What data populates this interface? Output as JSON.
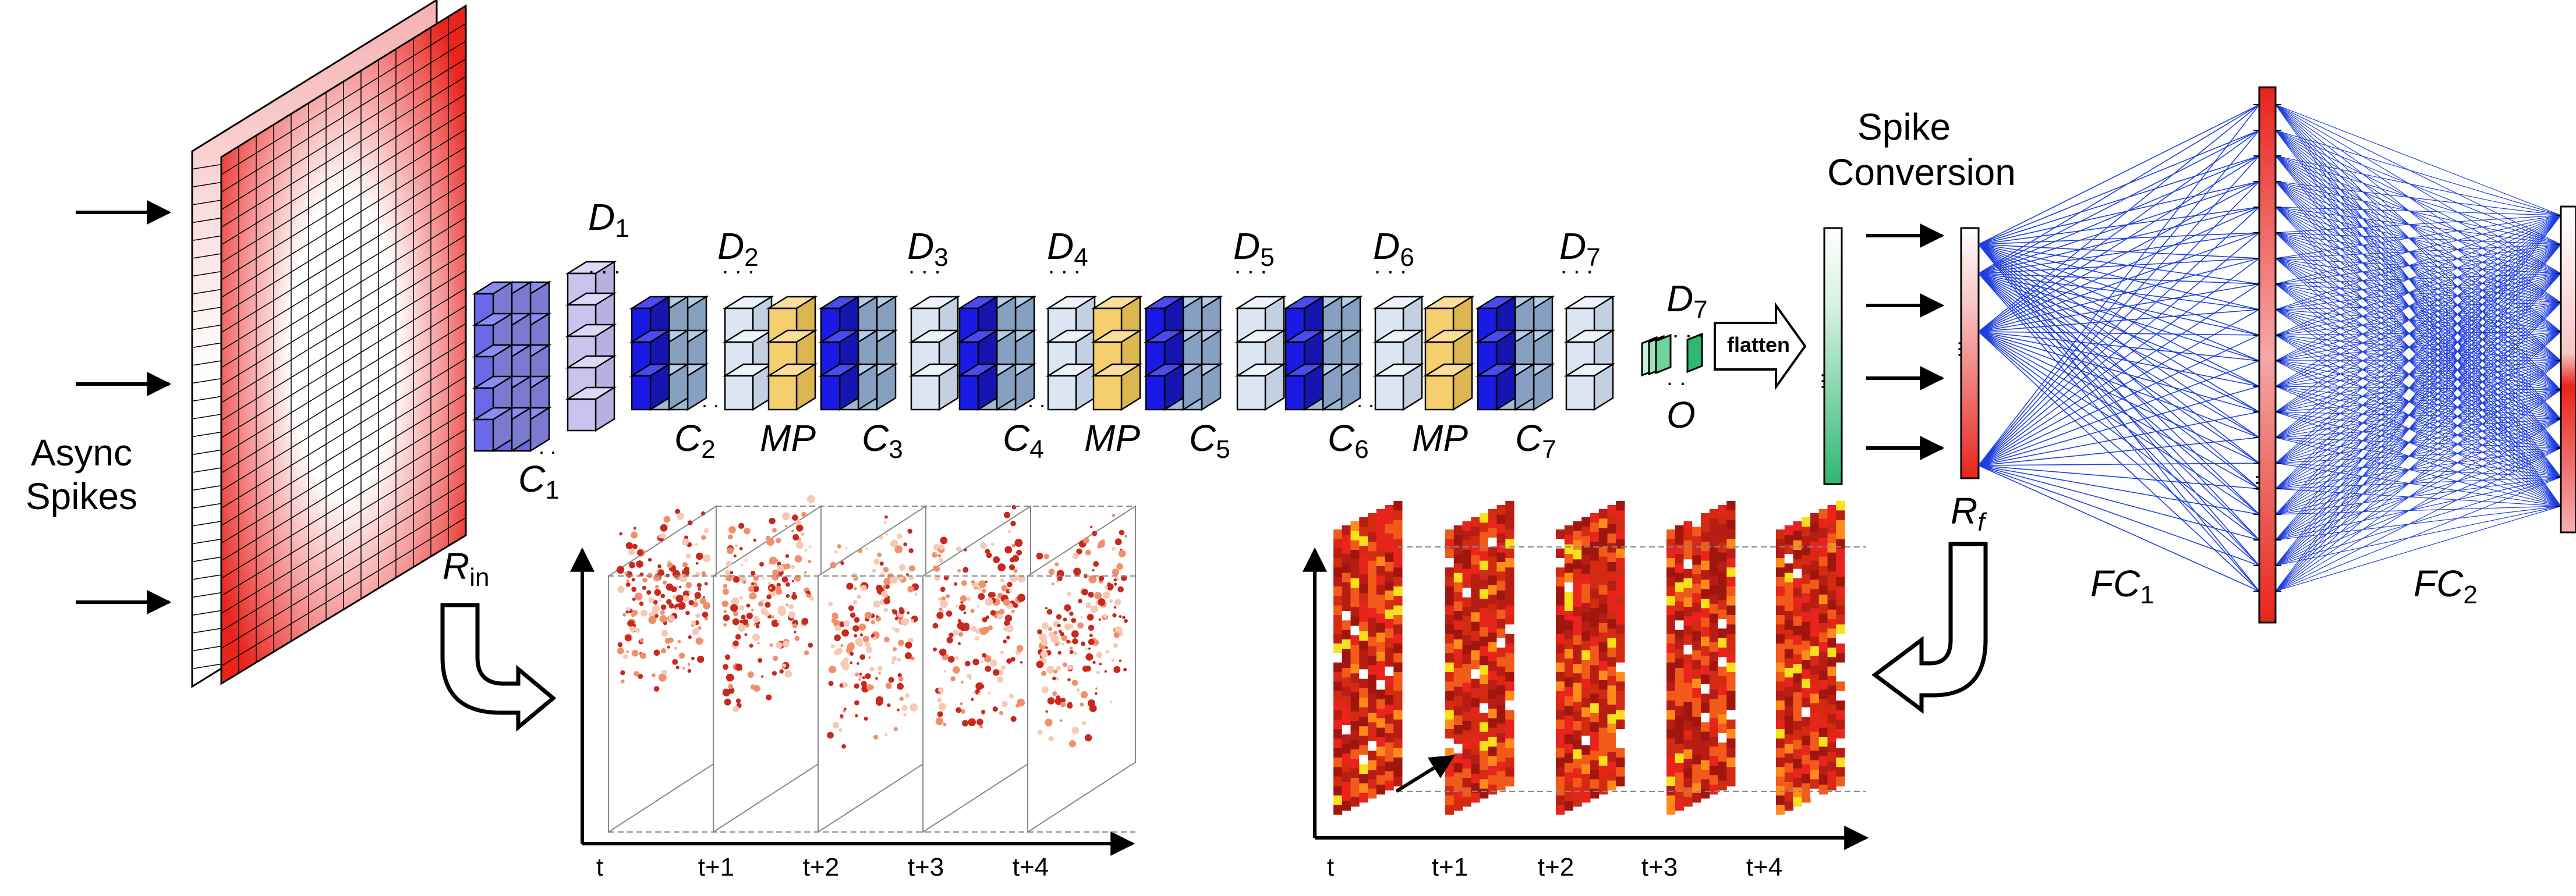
{
  "input": {
    "label_line1": "Async",
    "label_line2": "Spikes",
    "r_in_main": "R",
    "r_in_sub": "in"
  },
  "layers": {
    "c1": {
      "main": "C",
      "sub": "1"
    },
    "d1": {
      "main": "D",
      "sub": "1"
    },
    "c2": {
      "main": "C",
      "sub": "2"
    },
    "d2": {
      "main": "D",
      "sub": "2"
    },
    "mp1": "MP",
    "c3": {
      "main": "C",
      "sub": "3"
    },
    "d3": {
      "main": "D",
      "sub": "3"
    },
    "c4": {
      "main": "C",
      "sub": "4"
    },
    "d4": {
      "main": "D",
      "sub": "4"
    },
    "mp2": "MP",
    "c5": {
      "main": "C",
      "sub": "5"
    },
    "d5": {
      "main": "D",
      "sub": "5"
    },
    "c6": {
      "main": "C",
      "sub": "6"
    },
    "d6": {
      "main": "D",
      "sub": "6"
    },
    "mp3": "MP",
    "c7": {
      "main": "C",
      "sub": "7"
    },
    "d7": {
      "main": "D",
      "sub": "7"
    },
    "d7_out": {
      "main": "D",
      "sub": "7"
    },
    "o": "O"
  },
  "flatten_label": "flatten",
  "spike_conversion": {
    "line1": "Spike",
    "line2": "Conversion"
  },
  "rf": {
    "main": "R",
    "sub": "f"
  },
  "fc1": {
    "main": "FC",
    "sub": "1"
  },
  "fc2": {
    "main": "FC",
    "sub": "2"
  },
  "time_labels_left": [
    "t",
    "t+1",
    "t+2",
    "t+3",
    "t+4"
  ],
  "time_labels_right": [
    "t",
    "t+1",
    "t+2",
    "t+3",
    "t+4"
  ],
  "colors": {
    "conv_dark": "#1a1ae6",
    "conv_mid": "#9fb8d8",
    "dense": "#dce6f2",
    "dense_first": "#c9c3ee",
    "conv_first": "#6a6ae8",
    "maxpool": "#f5cf6e",
    "output_green": "#2eb872",
    "fc_edge": "#1f3fe0",
    "spike_red": "#e8241c"
  }
}
